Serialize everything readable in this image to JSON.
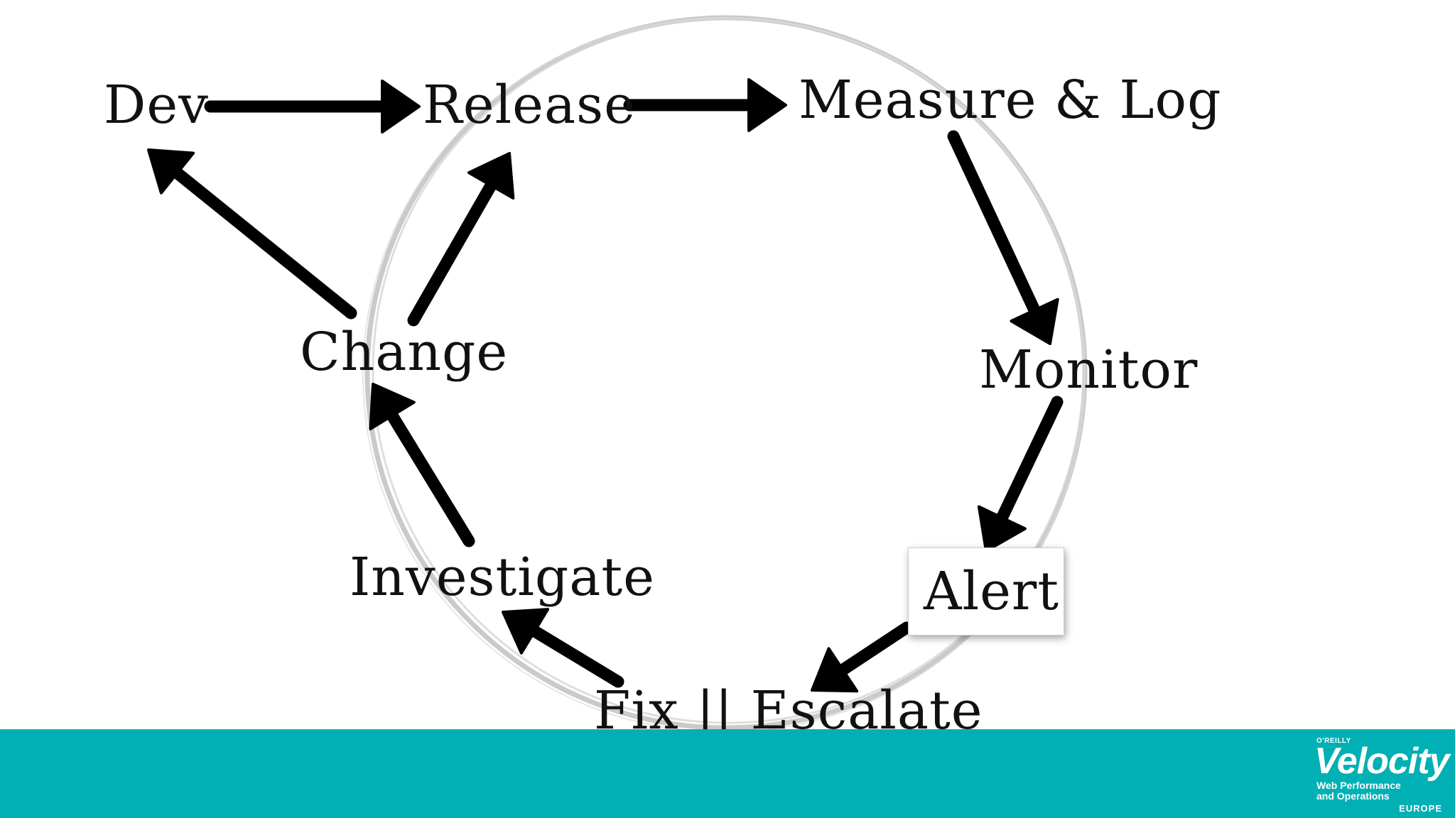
{
  "nodes": {
    "dev": "Dev",
    "release": "Release",
    "measure_log": "Measure & Log",
    "monitor": "Monitor",
    "alert": "Alert",
    "fix_escalate": "Fix || Escalate",
    "investigate": "Investigate",
    "change": "Change"
  },
  "logo": {
    "publisher": "O'REILLY",
    "brand": "Velocity",
    "tagline_1": "Web Performance",
    "tagline_2": "and Operations",
    "region": "EUROPE"
  },
  "colors": {
    "text": "#111111",
    "arrow": "#000000",
    "circle": "#c4c4c4",
    "footer": "#00b0b4",
    "logo_text": "#ffffff"
  },
  "edges": [
    {
      "from": "dev",
      "to": "release"
    },
    {
      "from": "release",
      "to": "measure_log"
    },
    {
      "from": "measure_log",
      "to": "monitor"
    },
    {
      "from": "monitor",
      "to": "alert"
    },
    {
      "from": "alert",
      "to": "fix_escalate"
    },
    {
      "from": "fix_escalate",
      "to": "investigate"
    },
    {
      "from": "investigate",
      "to": "change"
    },
    {
      "from": "change",
      "to": "release"
    },
    {
      "from": "change",
      "to": "dev"
    }
  ]
}
